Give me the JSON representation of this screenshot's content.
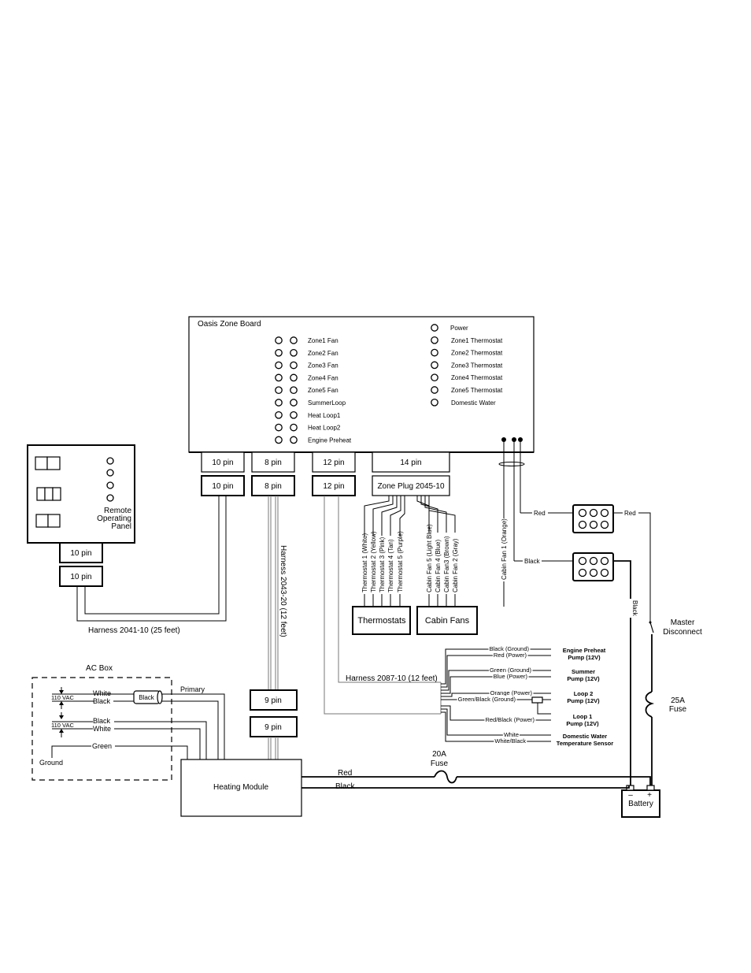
{
  "zone_board": {
    "title": "Oasis Zone Board",
    "left_leds": [
      "Zone1 Fan",
      "Zone2 Fan",
      "Zone3 Fan",
      "Zone4 Fan",
      "Zone5 Fan",
      "SummerLoop",
      "Heat Loop1",
      "Heat Loop2",
      "Engine Preheat"
    ],
    "right_leds": [
      "Power",
      "Zone1 Thermostat",
      "Zone2 Thermostat",
      "Zone3 Thermostat",
      "Zone4 Thermostat",
      "Zone5 Thermostat",
      "Domestic Water"
    ]
  },
  "connectors": {
    "pin10": "10 pin",
    "pin8": "8 pin",
    "pin12": "12 pin",
    "pin14": "14 pin",
    "pin9": "9 pin",
    "zone_plug": "Zone Plug 2045-10"
  },
  "remote_panel": {
    "label_line1": "Remote",
    "label_line2": "Operating",
    "label_line3": "Panel"
  },
  "harnesses": {
    "h2041": "Harness 2041-10 (25 feet)",
    "h2043": "Harness 2043-20 (12 feet)",
    "h2087": "Harness 2087-10 (12 feet)"
  },
  "thermostat_wires": [
    "Thermostat 1 (White)",
    "Thermostat 2 (Yellow)",
    "Thermostat 3 (Pink)",
    "Thermostat 4 (Tan)",
    "Thermostat 5 (Purple)"
  ],
  "fan_wires": [
    "Cabin Fan 5 (Light Blue)",
    "Cabin Fan 4 (Blue)",
    "Cabin Fan3 (Brown)",
    "Cabin Fan 2 (Gray)"
  ],
  "boxes": {
    "thermostats": "Thermostats",
    "cabin_fans": "Cabin Fans",
    "heating_module": "Heating Module",
    "battery": "Battery"
  },
  "cabin_fan1": "Cabin Fan 1 (Orange)",
  "relay_wires": {
    "red_left": "Red",
    "red_right": "Red",
    "black_left": "Black",
    "black_vertical": "Black"
  },
  "master_disconnect": {
    "line1": "Master",
    "line2": "Disconnect"
  },
  "fuse25": {
    "line1": "25A",
    "line2": "Fuse"
  },
  "fuse20": {
    "line1": "20A",
    "line2": "Fuse"
  },
  "main_wires": {
    "red": "Red",
    "black": "Black"
  },
  "battery_terms": {
    "neg": "–",
    "pos": "+"
  },
  "ac_box": {
    "title": "AC Box",
    "vac1": "110 VAC",
    "vac2": "110 VAC",
    "white1": "White",
    "black1": "Black",
    "black_fuse": "Black",
    "primary": "Primary",
    "black2": "Black",
    "white2": "White",
    "green": "Green",
    "ground": "Ground"
  },
  "pump_wires": [
    "Black (Ground)",
    "Red (Power)",
    "Green (Ground)",
    "Blue (Power)",
    "Orange (Power)",
    "Green/Black (Ground)",
    "Red/Black (Power)",
    "White",
    "White/Black"
  ],
  "pumps": {
    "engine_preheat_1": "Engine Preheat",
    "engine_preheat_2": "Pump (12V)",
    "summer_1": "Summer",
    "summer_2": "Pump (12V)",
    "loop2_1": "Loop 2",
    "loop2_2": "Pump (12V)",
    "loop1_1": "Loop 1",
    "loop1_2": "Pump (12V)",
    "dw_1": "Domestic Water",
    "dw_2": "Temperature Sensor"
  }
}
